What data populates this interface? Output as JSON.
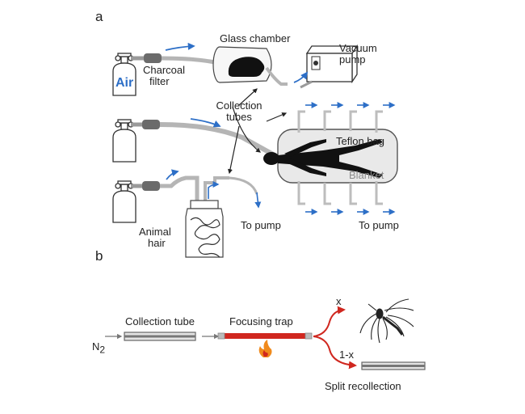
{
  "panel_a": {
    "label": "a",
    "glass_chamber": "Glass chamber",
    "vacuum_pump_line1": "Vacuum",
    "vacuum_pump_line2": "pump",
    "air": "Air",
    "charcoal_line1": "Charcoal",
    "charcoal_line2": "filter",
    "collection_line1": "Collection",
    "collection_line2": "tubes",
    "teflon_bag": "Teflon bag",
    "blanket": "Blanket",
    "animal_hair_line1": "Animal",
    "animal_hair_line2": "hair",
    "to_pump_left": "To pump",
    "to_pump_right": "To pump"
  },
  "panel_b": {
    "label": "b",
    "n2": "N",
    "n2_sub": "2",
    "collection_tube": "Collection tube",
    "focusing_trap": "Focusing trap",
    "x": "x",
    "one_minus_x": "1-x",
    "split_recollection": "Split recollection"
  },
  "colors": {
    "arrow_blue": "#2d6fc7",
    "trap_red": "#d0271f",
    "tube_gray": "#9a9a9a",
    "bag_fill": "#e9e9e9"
  }
}
